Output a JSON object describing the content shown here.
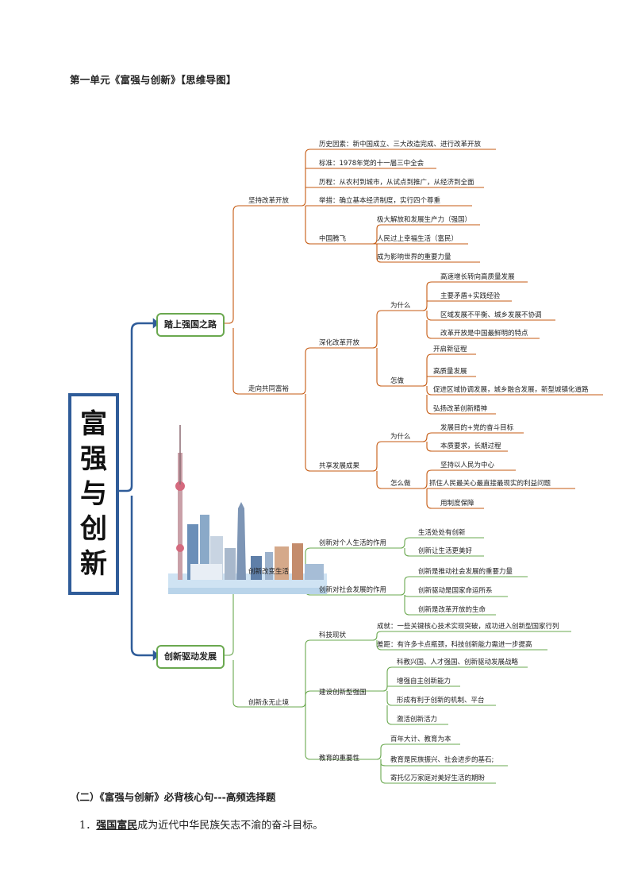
{
  "doc_title": "第一单元《富强与创新》【思维导图】",
  "root": [
    "富",
    "强",
    "与",
    "创",
    "新"
  ],
  "branch1": {
    "label": "踏上强国之路",
    "n_reform": "坚持改革开放",
    "reform_items": [
      "历史因素：新中国成立、三大改造完成、进行改革开放",
      "标准：1978年党的十一届三中全会",
      "历程：从农村到城市，从试点到推广，从经济到全面",
      "举措：确立基本经济制度，实行四个尊重"
    ],
    "n_china": "中国腾飞",
    "china_items": [
      "极大解放和发展生产力（强国）",
      "人民过上幸福生活（富民）",
      "成为影响世界的重要力量"
    ],
    "n_common": "走向共同富裕",
    "n_deepen": "深化改革开放",
    "n_why1": "为什么",
    "why1_items": [
      "高速增长转向高质量发展",
      "主要矛盾+实践经验",
      "区域发展不平衡、城乡发展不协调",
      "改革开放是中国最鲜明的特点"
    ],
    "n_how1": "怎做",
    "how1_items": [
      "开启新征程",
      "高质量发展",
      "促进区域协调发展，城乡融合发展，新型城镇化道路",
      "弘扬改革创新精神"
    ],
    "n_share": "共享发展成果",
    "n_why2": "为什么",
    "why2_items": [
      "发展目的+党的奋斗目标",
      "本质要求，长期过程"
    ],
    "n_how2": "怎么做",
    "how2_items": [
      "坚持以人民为中心",
      "抓住人民最关心最直接最现实的利益问题",
      "用制度保障"
    ]
  },
  "branch2": {
    "label": "创新驱动发展",
    "n_life": "创新改变生活",
    "n_personal": "创新对个人生活的作用",
    "personal_items": [
      "生活处处有创新",
      "创新让生活更美好"
    ],
    "n_social": "创新对社会发展的作用",
    "social_items": [
      "创新是推动社会发展的重要力量",
      "创新驱动是国家命运所系",
      "创新是改革开放的生命"
    ],
    "n_endless": "创新永无止境",
    "n_status": "科技现状",
    "status_items": [
      "成就：一些关键核心技术实现突破，成功进入创新型国家行列",
      "差距：有许多卡点瓶颈，科技创新能力需进一步提高"
    ],
    "n_build": "建设创新型强国",
    "build_items": [
      "科教兴国、人才强国、创新驱动发展战略",
      "增强自主创新能力",
      "形成有利于创新的机制、平台",
      "激活创新活力"
    ],
    "n_edu": "教育的重要性",
    "edu_items": [
      "百年大计、教育为本",
      "教育是民族振兴、社会进步的基石;",
      "寄托亿万家庭对美好生活的期盼"
    ]
  },
  "section_heading": "（二）《富强与创新》必背核心句---高频选择题",
  "sentence": {
    "num": "1．",
    "underlined": "强国富民",
    "rest": "成为近代中华民族矢志不渝的奋斗目标。"
  },
  "colors": {
    "root_border": "#2f5c99",
    "l1_border": "#6aa84f",
    "branch_line": "#c55a11",
    "green_line": "#6aa84f"
  }
}
